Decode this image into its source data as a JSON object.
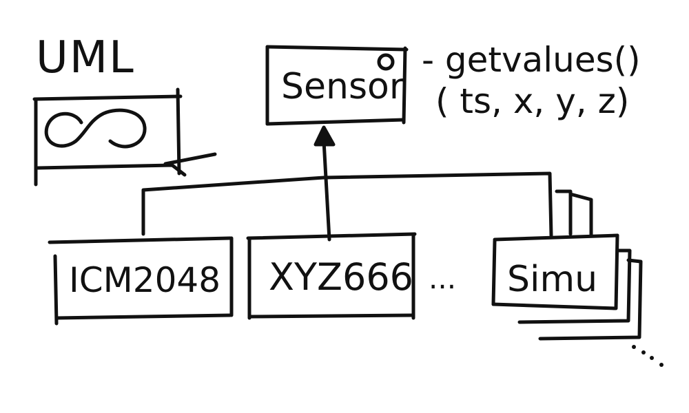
{
  "legend": {
    "title": "UML"
  },
  "interface": {
    "label": "Sensor",
    "method": "- getvalues()",
    "method_args": "( ts, x, y, z)"
  },
  "implementations": [
    {
      "label": "ICM2048"
    },
    {
      "label": "XYZ666"
    },
    {
      "label": "Simu"
    }
  ],
  "ellipsis": "...",
  "colors": {
    "ink": "#111111",
    "background": "#ffffff"
  }
}
